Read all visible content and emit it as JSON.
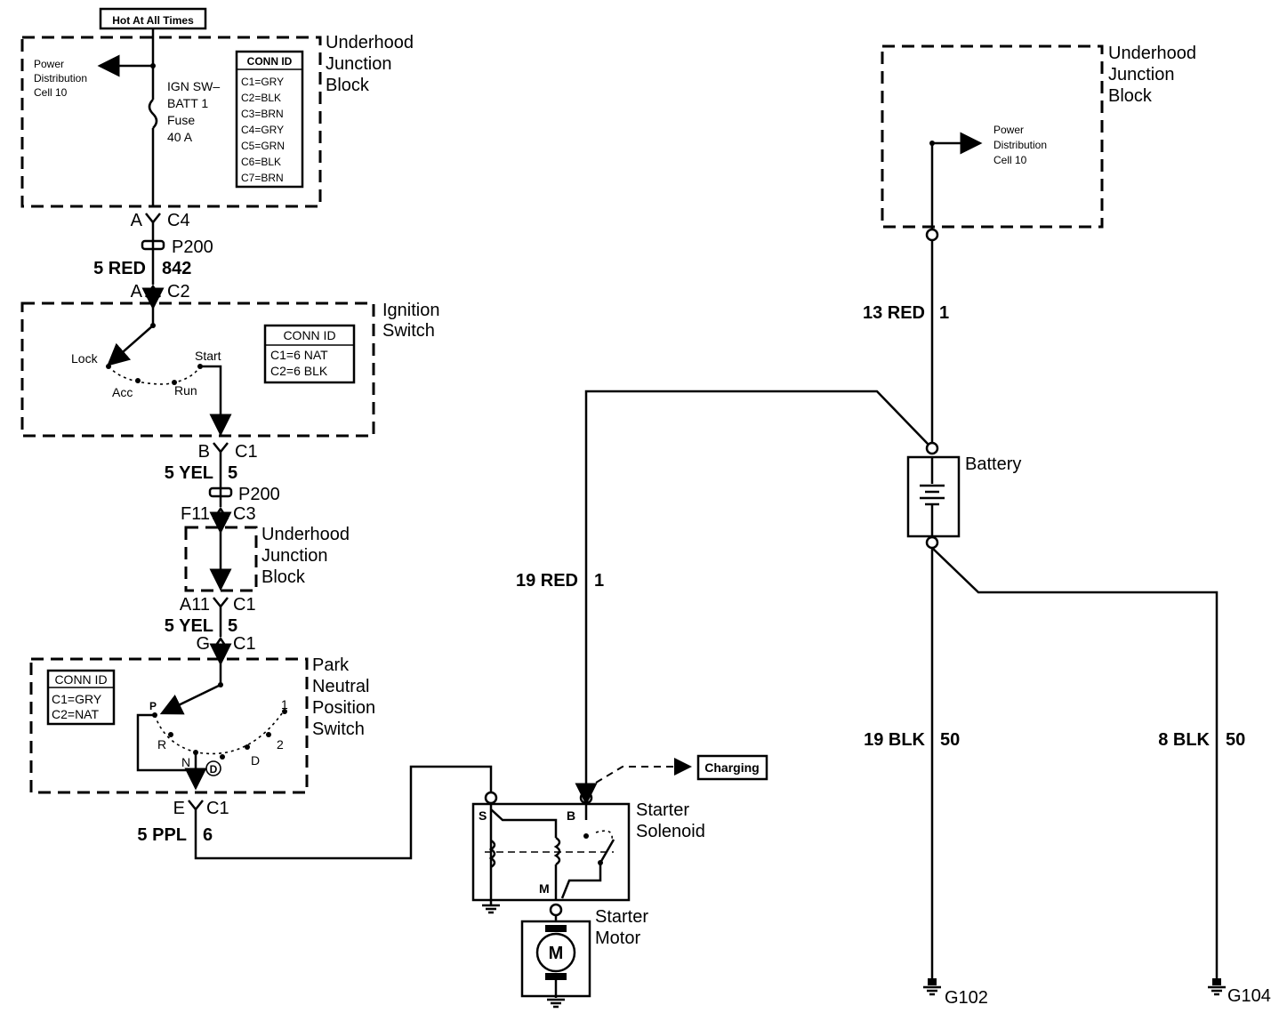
{
  "left": {
    "hot": "Hot At All Times",
    "ujb1": {
      "line1": "Underhood",
      "line2": "Junction",
      "line3": "Block"
    },
    "pd": {
      "line1": "Power",
      "line2": "Distribution",
      "line3": "Cell 10"
    },
    "fuse": {
      "line1": "IGN SW–",
      "line2": "BATT 1",
      "line3": "Fuse",
      "line4": "40 A"
    },
    "conn1": {
      "title": "CONN ID",
      "items": [
        "C1=GRY",
        "C2=BLK",
        "C3=BRN",
        "C4=GRY",
        "C5=GRN",
        "C6=BLK",
        "C7=BRN"
      ]
    },
    "c4": {
      "pin": "A",
      "conn": "C4"
    },
    "p200a": "P200",
    "wire1": {
      "gauge": "5 RED",
      "circuit": "842"
    },
    "c2": {
      "pin": "A",
      "conn": "C2"
    },
    "ign": {
      "line1": "Ignition",
      "line2": "Switch",
      "lock": "Lock",
      "acc": "Acc",
      "run": "Run",
      "start": "Start"
    },
    "conn2": {
      "title": "CONN ID",
      "items": [
        "C1=6 NAT",
        "C2=6 BLK"
      ]
    },
    "c1a": {
      "pin": "B",
      "conn": "C1"
    },
    "wire2": {
      "gauge": "5 YEL",
      "circuit": "5"
    },
    "p200b": "P200",
    "c3": {
      "pin": "F11",
      "conn": "C3"
    },
    "ujb2": {
      "line1": "Underhood",
      "line2": "Junction",
      "line3": "Block"
    },
    "c1b": {
      "pin": "A11",
      "conn": "C1"
    },
    "wire3": {
      "gauge": "5 YEL",
      "circuit": "5"
    },
    "c1c": {
      "pin": "G",
      "conn": "C1"
    },
    "pnp": {
      "line1": "Park",
      "line2": "Neutral",
      "line3": "Position",
      "line4": "Switch",
      "p": "P",
      "r": "R",
      "n": "N",
      "d_circle": "D",
      "d": "D",
      "two": "2",
      "one": "1"
    },
    "conn3": {
      "title": "CONN ID",
      "items": [
        "C1=GRY",
        "C2=NAT"
      ]
    },
    "c1d": {
      "pin": "E",
      "conn": "C1"
    },
    "wire4": {
      "gauge": "5 PPL",
      "circuit": "6"
    }
  },
  "middle": {
    "wire": {
      "gauge": "19 RED",
      "circuit": "1"
    },
    "charging": "Charging",
    "solenoid": {
      "line1": "Starter",
      "line2": "Solenoid",
      "s": "S",
      "b": "B",
      "m": "M"
    },
    "motor": {
      "line1": "Starter",
      "line2": "Motor",
      "symbol": "M"
    }
  },
  "right": {
    "ujb": {
      "line1": "Underhood",
      "line2": "Junction",
      "line3": "Block"
    },
    "pd": {
      "line1": "Power",
      "line2": "Distribution",
      "line3": "Cell 10"
    },
    "wire_top": {
      "gauge": "13 RED",
      "circuit": "1"
    },
    "battery": "Battery",
    "wire_g102": {
      "gauge": "19 BLK",
      "circuit": "50"
    },
    "wire_g104": {
      "gauge": "8 BLK",
      "circuit": "50"
    },
    "g102": "G102",
    "g104": "G104"
  }
}
